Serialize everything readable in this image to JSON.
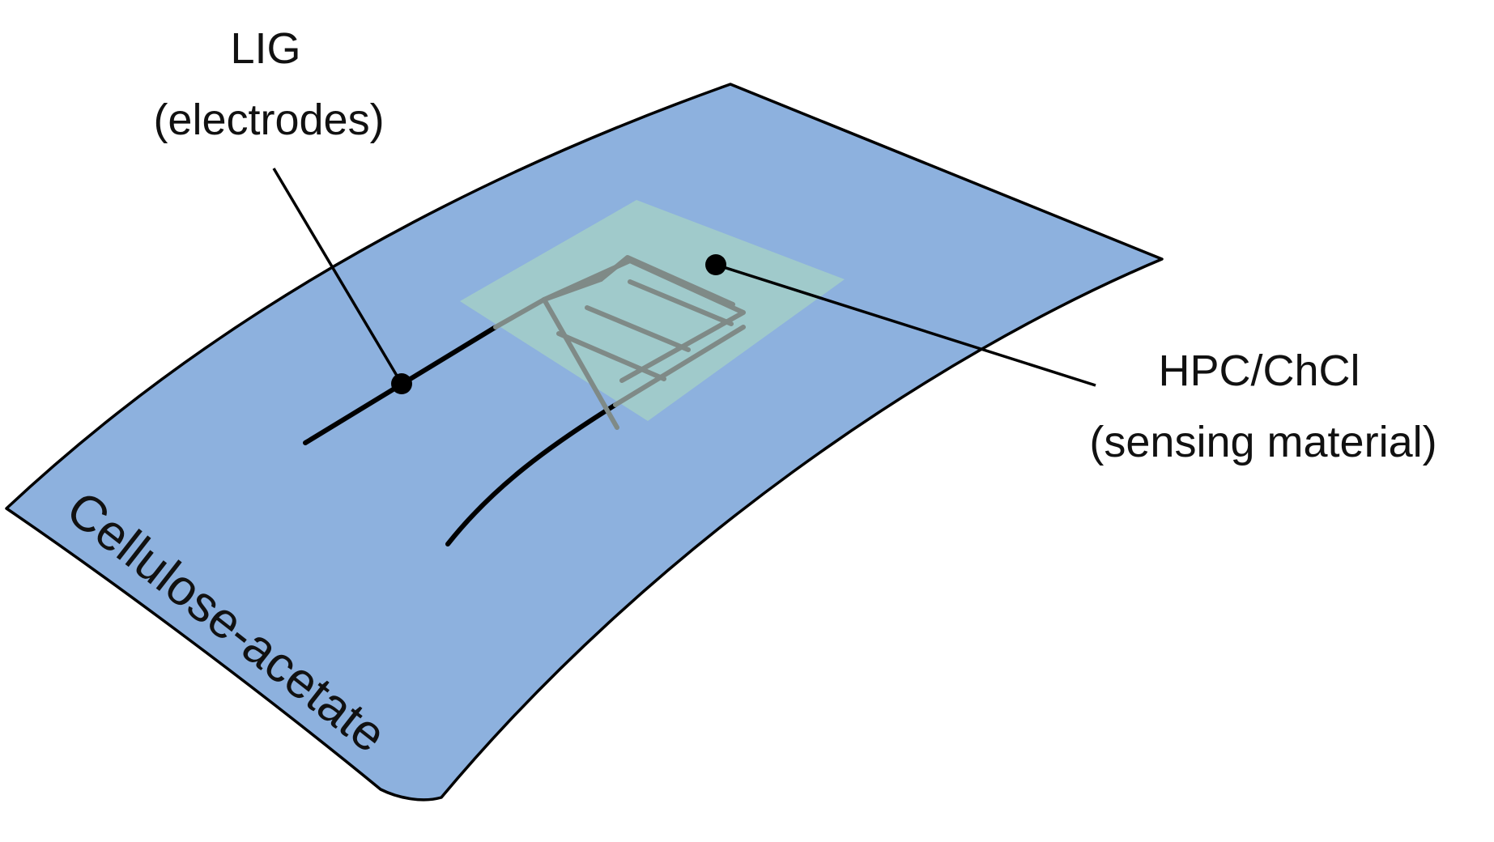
{
  "labels": {
    "lig_line1": "LIG",
    "lig_line2": "(electrodes)",
    "hpc_line1": "HPC/ChCl",
    "hpc_line2": "(sensing material)",
    "substrate": "Cellulose-acetate"
  },
  "colors": {
    "substrate_fill": "#8db1de",
    "substrate_stroke": "#000000",
    "sensing_fill": "#a7d4c3",
    "electrode_on_sensing": "#7f8a87",
    "electrode_trace": "#000000",
    "leader_line": "#000000"
  }
}
